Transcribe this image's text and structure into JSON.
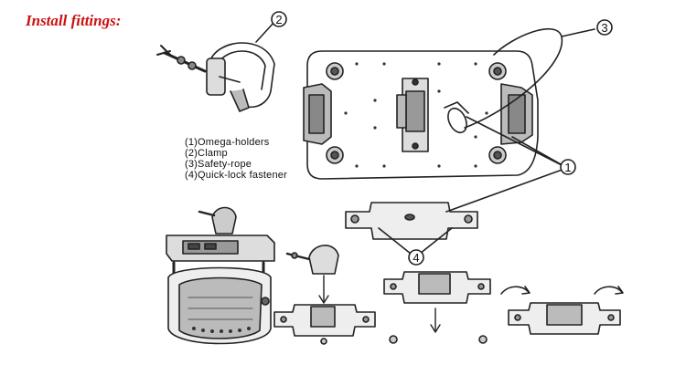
{
  "title": "Install fittings:",
  "legend": [
    "(1)Omega-holders",
    "(2)Clamp",
    "(3)Safety-rope",
    "(4)Quick-lock fastener"
  ],
  "callouts": {
    "c1": "1",
    "c2": "2",
    "c3": "3",
    "c4": "4"
  }
}
